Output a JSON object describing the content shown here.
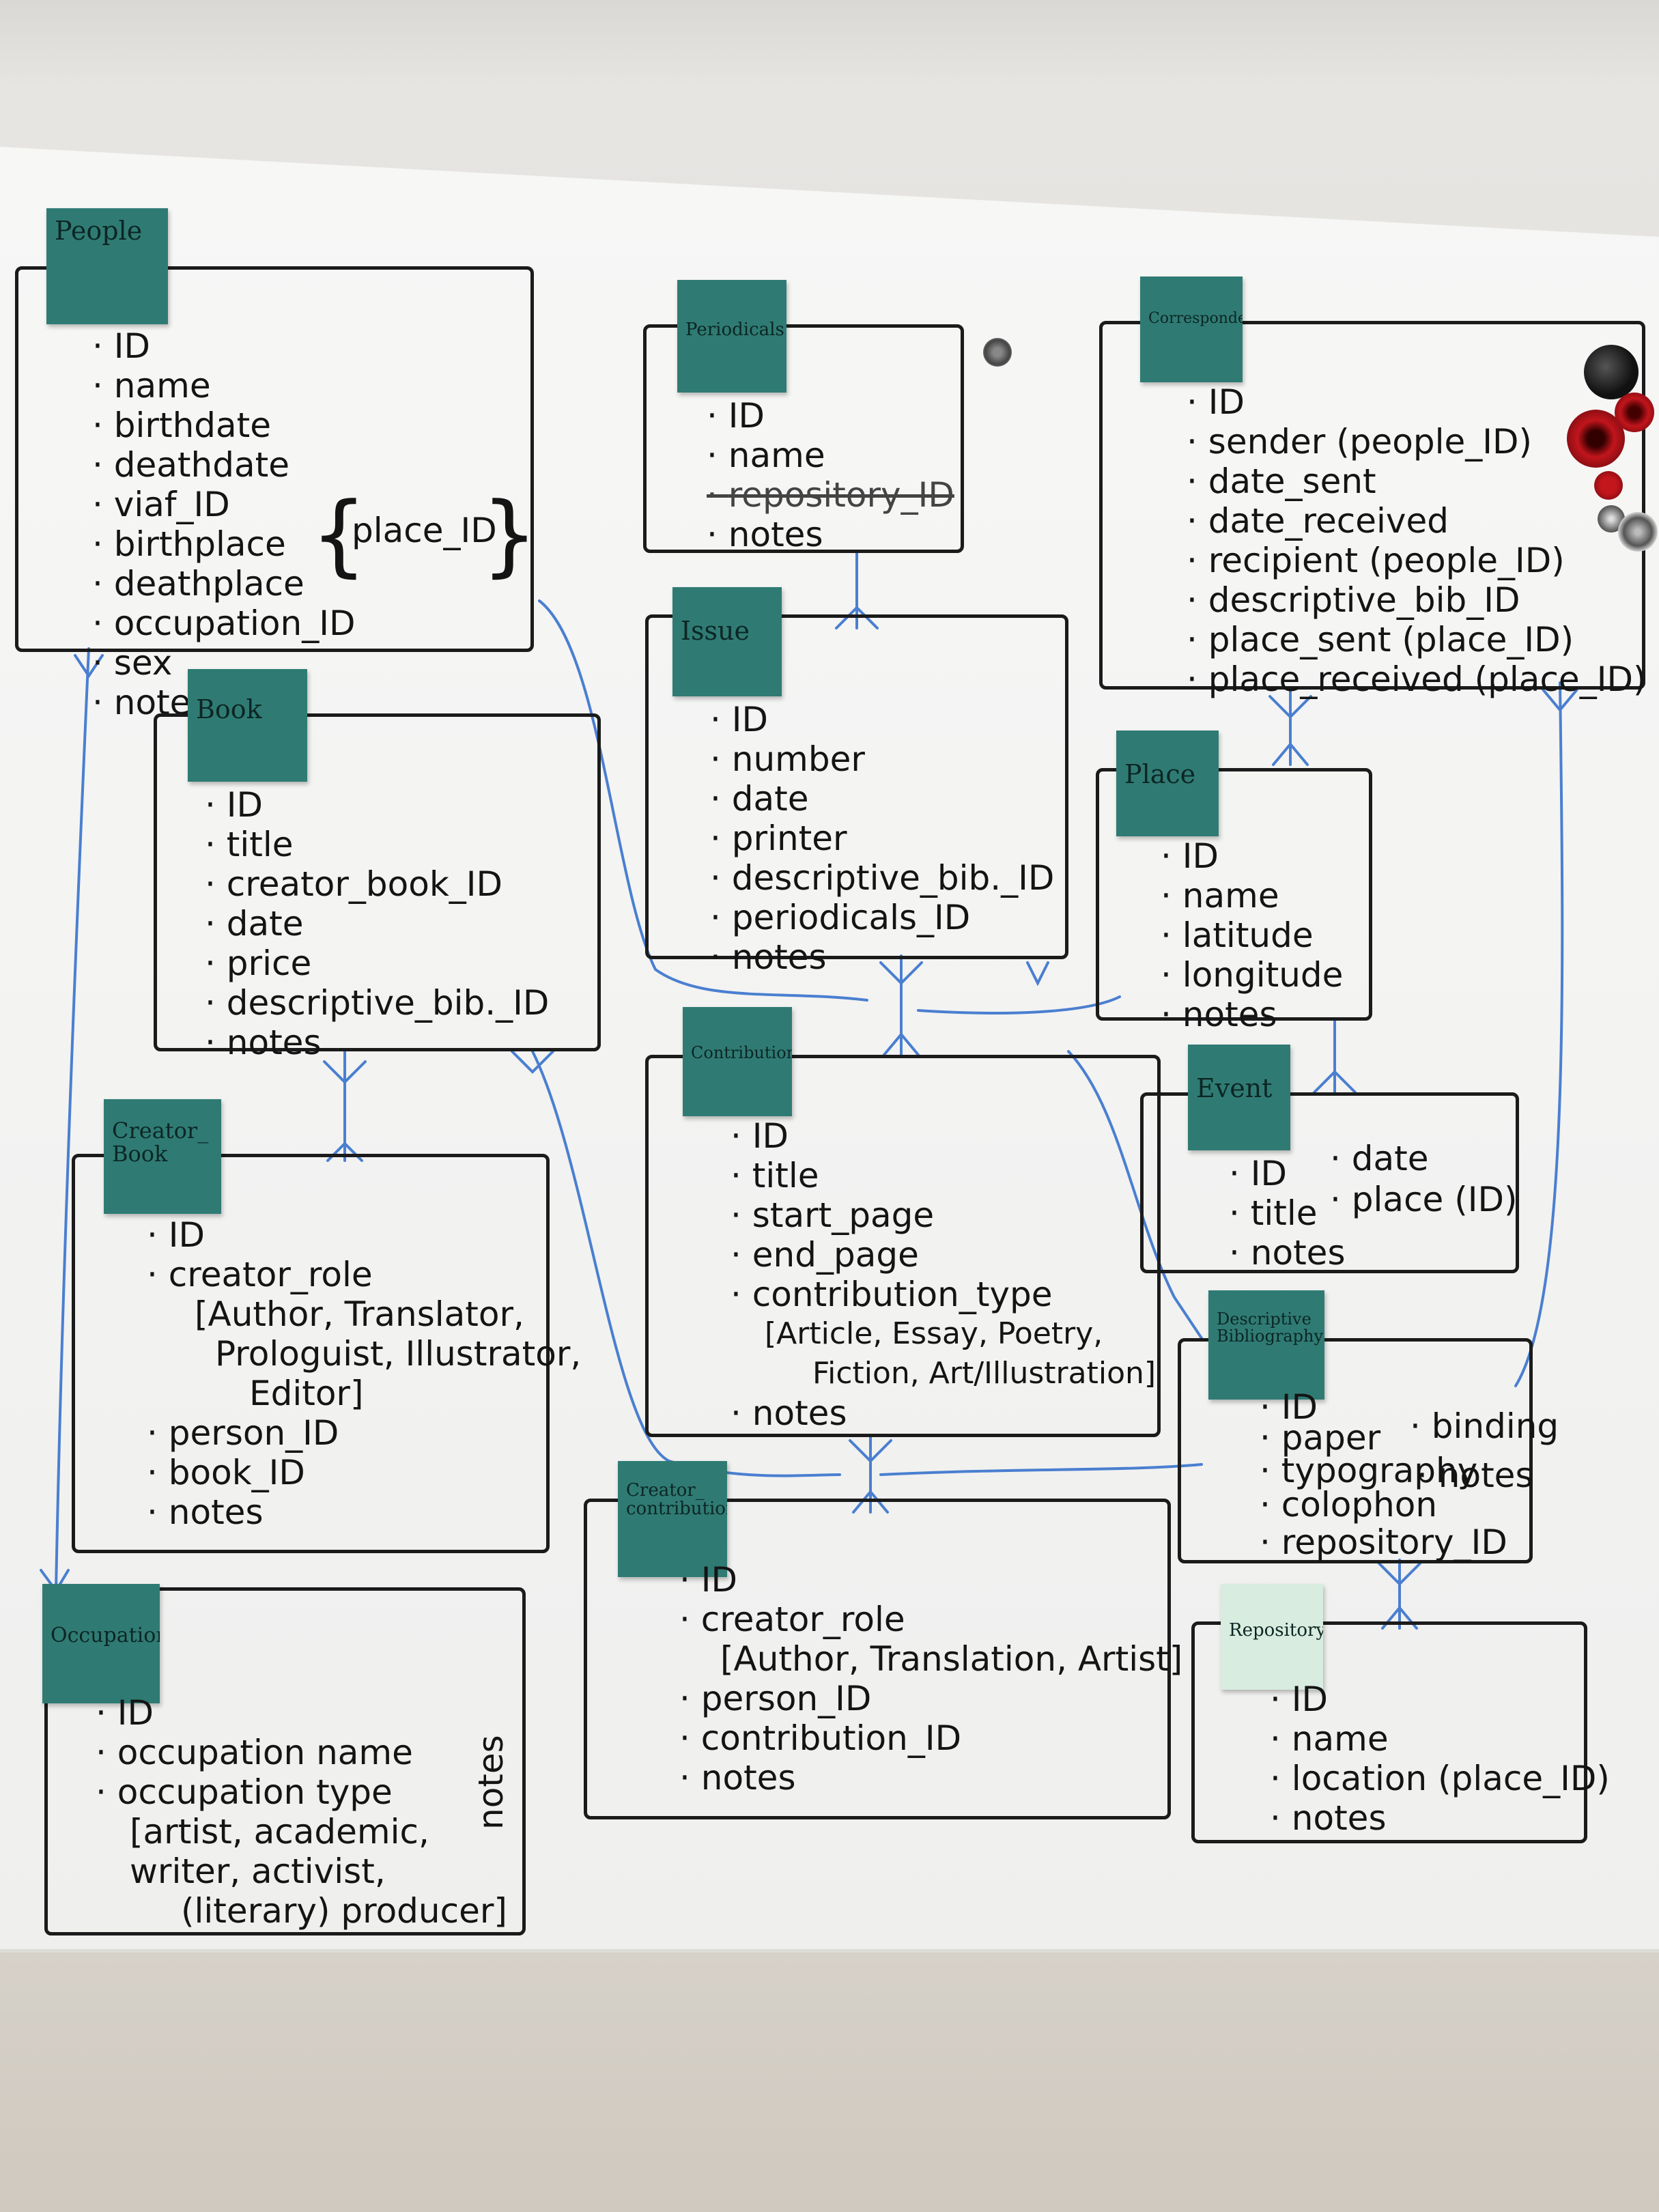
{
  "entities": {
    "people": {
      "label": "People",
      "fields": [
        "ID",
        "name",
        "birthdate",
        "deathdate",
        "viaf_ID",
        "birthplace",
        "deathplace",
        "occupation_ID",
        "sex",
        "notes"
      ],
      "brace_label": "place_ID"
    },
    "periodicals": {
      "label": "Periodicals",
      "fields": [
        "ID",
        "name",
        "repository_ID",
        "notes"
      ]
    },
    "correspondence": {
      "label": "Correspondence",
      "fields": [
        "ID",
        "sender (people_ID)",
        "date_sent",
        "date_received",
        "recipient (people_ID)",
        "descriptive_bib_ID",
        "place_sent (place_ID)",
        "place_received (place_ID)"
      ]
    },
    "book": {
      "label": "Book",
      "fields": [
        "ID",
        "title",
        "creator_book_ID",
        "date",
        "price",
        "descriptive_bib._ID",
        "notes"
      ]
    },
    "issue": {
      "label": "Issue",
      "fields": [
        "ID",
        "number",
        "date",
        "printer",
        "descriptive_bib._ID",
        "periodicals_ID",
        "notes"
      ]
    },
    "place": {
      "label": "Place",
      "fields": [
        "ID",
        "name",
        "latitude",
        "longitude",
        "notes"
      ]
    },
    "creator_book": {
      "label": "Creator_ Book",
      "fields": [
        "ID",
        "creator_role"
      ],
      "role_options": [
        "[Author, Translator,",
        "Prologuist, Illustrator,",
        "Editor]"
      ],
      "fields_after": [
        "person_ID",
        "book_ID",
        "notes"
      ]
    },
    "contribution": {
      "label": "Contribution",
      "fields": [
        "ID",
        "title",
        "start_page",
        "end_page",
        "contribution_type"
      ],
      "type_options": [
        "[Article, Essay, Poetry,",
        "Fiction, Art/Illustration]"
      ],
      "fields_after": [
        "notes"
      ]
    },
    "event": {
      "label": "Event",
      "fields": [
        "ID",
        "title",
        "notes"
      ],
      "side_fields": [
        "date",
        "place (ID)"
      ]
    },
    "descriptive_bibliography": {
      "label": "Descriptive Bibliography",
      "fields": [
        "ID",
        "paper",
        "typography",
        "colophon",
        "repository_ID"
      ],
      "side_fields": [
        "binding",
        "notes"
      ]
    },
    "occupation": {
      "label": "Occupation",
      "fields": [
        "ID",
        "occupation name",
        "occupation type"
      ],
      "type_options": [
        "[artist, academic,",
        "writer, activist,",
        "(literary) producer]"
      ],
      "side_label": "notes"
    },
    "creator_contribution": {
      "label": "Creator_ contribution",
      "fields": [
        "ID",
        "creator_role"
      ],
      "role_options": [
        "[Author, Translation, Artist]"
      ],
      "fields_after": [
        "person_ID",
        "contribution_ID",
        "notes"
      ]
    },
    "repository": {
      "label": "Repository",
      "fields": [
        "ID",
        "name",
        "location (place_ID)",
        "notes"
      ]
    }
  },
  "colors": {
    "marker": "#1b1b1b",
    "link": "#4a7fd0",
    "sticky": "#2f7b74",
    "sticky_light": "#d8ecdf"
  }
}
